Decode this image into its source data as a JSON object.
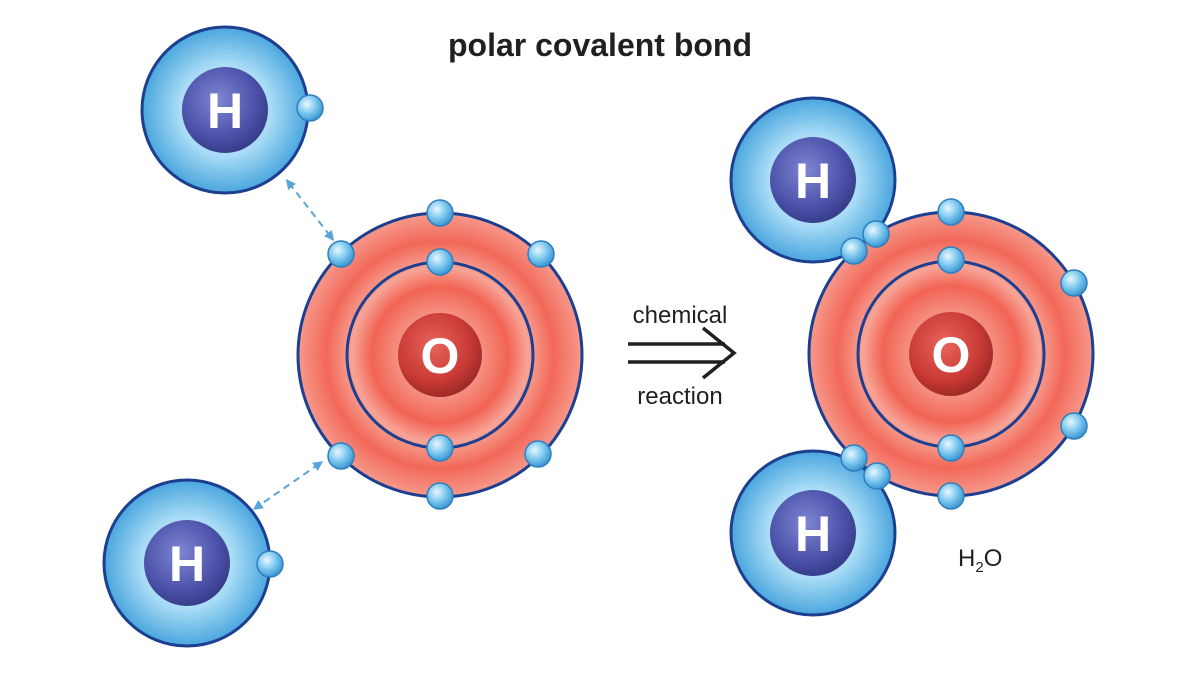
{
  "title": "polar covalent bond",
  "hydrogen_symbol": "H",
  "oxygen_symbol": "O",
  "reaction_label_top": "chemical",
  "reaction_label_bottom": "reaction",
  "product_formula": {
    "element_1": "H",
    "subscript": "2",
    "element_2": "O"
  },
  "colors": {
    "hydrogen_cloud": "#5bb3e6",
    "hydrogen_nucleus": "#4a4fa8",
    "oxygen_cloud": "#f26454",
    "oxygen_nucleus": "#c93a35",
    "shell_outline": "#1d3f8f",
    "electron": "#6ec3ee",
    "bond_arrow": "#5aa5d8",
    "text": "#231f20"
  }
}
